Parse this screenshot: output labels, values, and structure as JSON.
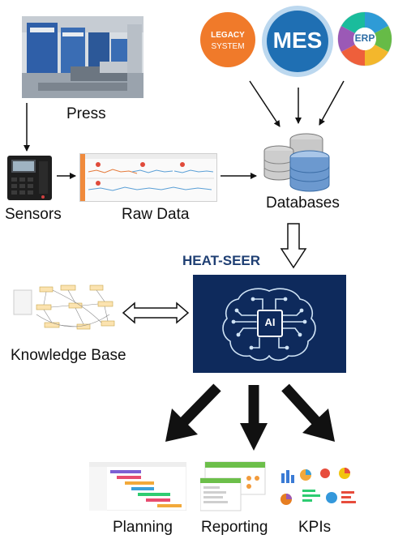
{
  "press": {
    "label": "Press"
  },
  "sensors": {
    "label": "Sensors"
  },
  "raw_data": {
    "label": "Raw Data"
  },
  "databases": {
    "label": "Databases"
  },
  "sources": {
    "legacy": {
      "line1": "LEGACY",
      "line2": "SYSTEM",
      "color": "#f07a2a"
    },
    "mes": {
      "label": "MES",
      "color": "#1f6fb3"
    },
    "erp": {
      "label": "ERP"
    }
  },
  "heat_seer": {
    "title": "HEAT-SEER",
    "chip_label": "AI",
    "color": "#1f3f73",
    "panel_color": "#0e2a5c"
  },
  "knowledge_base": {
    "label": "Knowledge Base"
  },
  "outputs": {
    "planning": {
      "label": "Planning"
    },
    "reporting": {
      "label": "Reporting"
    },
    "kpis": {
      "label": "KPIs"
    }
  }
}
